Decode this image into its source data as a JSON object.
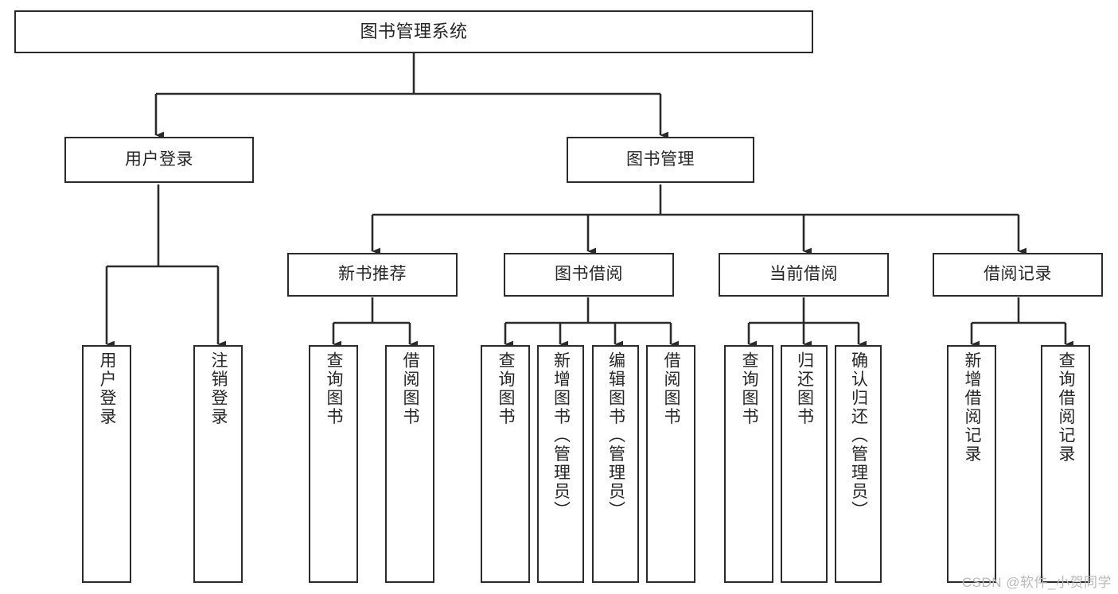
{
  "diagram": {
    "title": "图书管理系统",
    "type": "tree-hierarchy-diagram",
    "colors": {
      "background": "#ffffff",
      "node_fill": "#ffffff",
      "node_border": "#2b2b2b",
      "edge": "#2b2b2b",
      "text": "#262626",
      "watermark": "#b9b9b9"
    },
    "root": {
      "label": "图书管理系统"
    },
    "level2": [
      {
        "label": "用户登录"
      },
      {
        "label": "图书管理"
      }
    ],
    "level3": [
      {
        "label": "新书推荐"
      },
      {
        "label": "图书借阅"
      },
      {
        "label": "当前借阅"
      },
      {
        "label": "借阅记录"
      }
    ],
    "leaves": {
      "user_login": [
        {
          "label": "用户登录"
        },
        {
          "label": "注销登录"
        }
      ],
      "new_book_recommend": [
        {
          "label": "查询图书"
        },
        {
          "label": "借阅图书"
        }
      ],
      "book_borrow": [
        {
          "label": "查询图书"
        },
        {
          "label": "新增图书（管理员）"
        },
        {
          "label": "编辑图书（管理员）"
        },
        {
          "label": "借阅图书"
        }
      ],
      "current_borrow": [
        {
          "label": "查询图书"
        },
        {
          "label": "归还图书"
        },
        {
          "label": "确认归还（管理员）"
        }
      ],
      "borrow_record": [
        {
          "label": "新增借阅记录"
        },
        {
          "label": "查询借阅记录"
        }
      ]
    },
    "watermark": "CSDN @软件_小贺同学"
  }
}
